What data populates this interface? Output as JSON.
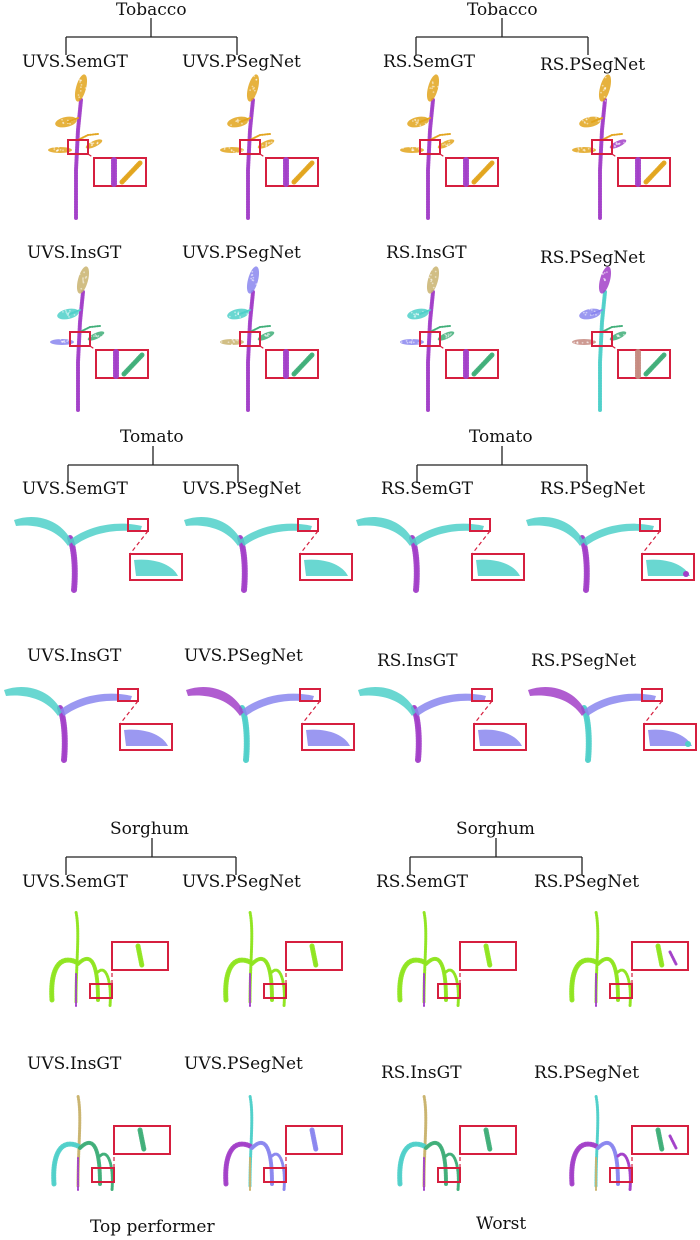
{
  "colors": {
    "semantic_stem": "#a23fc8",
    "semantic_leaf_tobacco": "#e2a41c",
    "semantic_leaf_tomato": "#4fd0c9",
    "semantic_leaf_sorghum": "#8fe51f",
    "instance_palette": [
      "#4fd0c9",
      "#8a86ef",
      "#3fae78",
      "#c9b36e",
      "#a23fc8",
      "#c58a80"
    ],
    "zoom_box": "#d61f3f"
  },
  "groups": [
    {
      "species": "Tobacco",
      "left": {
        "semantic": {
          "gt": "UVS.SemGT",
          "pred": "UVS.PSegNet"
        },
        "instance": {
          "gt": "UVS.InsGT",
          "pred": "UVS.PSegNet"
        }
      },
      "right": {
        "semantic": {
          "gt": "RS.SemGT",
          "pred": "RS.PSegNet"
        },
        "instance": {
          "gt": "RS.InsGT",
          "pred": "RS.PSegNet"
        }
      }
    },
    {
      "species": "Tomato",
      "left": {
        "semantic": {
          "gt": "UVS.SemGT",
          "pred": "UVS.PSegNet"
        },
        "instance": {
          "gt": "UVS.InsGT",
          "pred": "UVS.PSegNet"
        }
      },
      "right": {
        "semantic": {
          "gt": "RS.SemGT",
          "pred": "RS.PSegNet"
        },
        "instance": {
          "gt": "RS.InsGT",
          "pred": "RS.PSegNet"
        }
      }
    },
    {
      "species": "Sorghum",
      "left": {
        "semantic": {
          "gt": "UVS.SemGT",
          "pred": "UVS.PSegNet"
        },
        "instance": {
          "gt": "UVS.InsGT",
          "pred": "UVS.PSegNet"
        }
      },
      "right": {
        "semantic": {
          "gt": "RS.SemGT",
          "pred": "RS.PSegNet"
        },
        "instance": {
          "gt": "RS.InsGT",
          "pred": "RS.PSegNet"
        }
      }
    }
  ],
  "footer": {
    "left": "Top performer",
    "right": "Worst"
  }
}
